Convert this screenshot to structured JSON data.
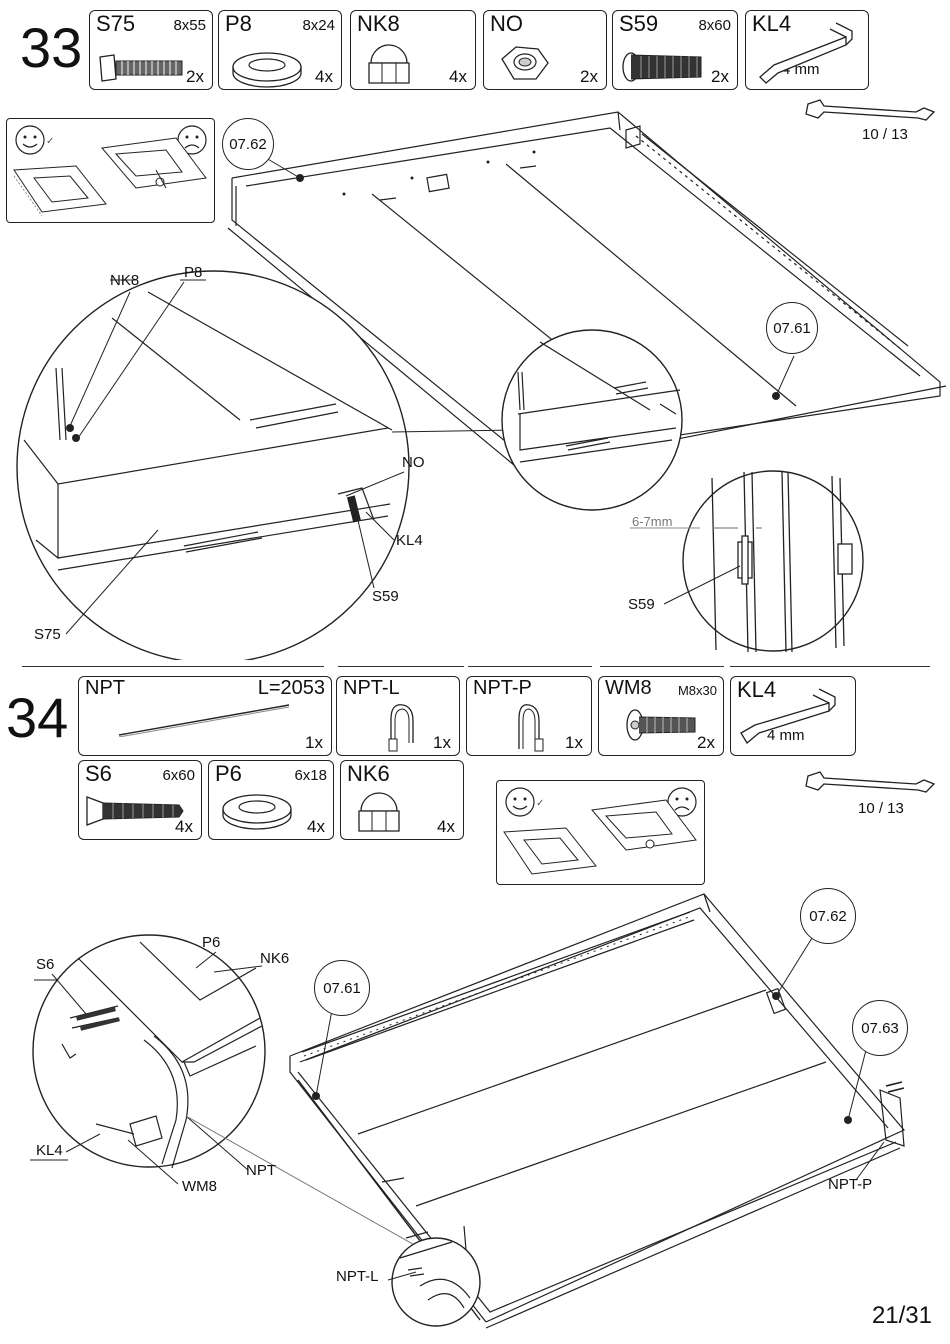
{
  "step33": {
    "number": "33",
    "parts": [
      {
        "code": "S75",
        "size": "8x55",
        "qty": "2x",
        "icon": "bolt-icon"
      },
      {
        "code": "P8",
        "size": "8x24",
        "qty": "4x",
        "icon": "washer-icon"
      },
      {
        "code": "NK8",
        "size": "",
        "qty": "4x",
        "icon": "cap-nut-icon"
      },
      {
        "code": "NO",
        "size": "",
        "qty": "2x",
        "icon": "hex-nut-icon"
      },
      {
        "code": "S59",
        "size": "8x60",
        "qty": "2x",
        "icon": "bolt-icon"
      },
      {
        "code": "KL4",
        "size": "",
        "qty": "",
        "sub": "4 mm",
        "icon": "allen-key-icon"
      }
    ],
    "wrench_label": "10 / 13",
    "refs": [
      "07.62",
      "07.61"
    ],
    "callouts": [
      "NK8",
      "P8",
      "NO",
      "KL4",
      "S59",
      "S75",
      "S59"
    ],
    "gap_dimension": "6-7mm"
  },
  "step34": {
    "number": "34",
    "parts_row1": [
      {
        "code": "NPT",
        "size": "L=2053",
        "qty": "1x",
        "icon": "rod-icon"
      },
      {
        "code": "NPT-L",
        "size": "",
        "qty": "1x",
        "icon": "bracket-left-icon"
      },
      {
        "code": "NPT-P",
        "size": "",
        "qty": "1x",
        "icon": "bracket-right-icon"
      },
      {
        "code": "WM8",
        "size": "M8x30",
        "qty": "2x",
        "icon": "bolt-icon"
      },
      {
        "code": "KL4",
        "size": "",
        "qty": "",
        "sub": "4 mm",
        "icon": "allen-key-icon"
      }
    ],
    "parts_row2": [
      {
        "code": "S6",
        "size": "6x60",
        "qty": "4x",
        "icon": "screw-icon"
      },
      {
        "code": "P6",
        "size": "6x18",
        "qty": "4x",
        "icon": "washer-icon"
      },
      {
        "code": "NK6",
        "size": "",
        "qty": "4x",
        "icon": "cap-nut-icon"
      }
    ],
    "wrench_label": "10 / 13",
    "refs": [
      "07.61",
      "07.62",
      "07.63"
    ],
    "callouts": [
      "S6",
      "P6",
      "NK6",
      "KL4",
      "WM8",
      "NPT",
      "NPT-L",
      "NPT-P"
    ]
  },
  "page": "21/31"
}
